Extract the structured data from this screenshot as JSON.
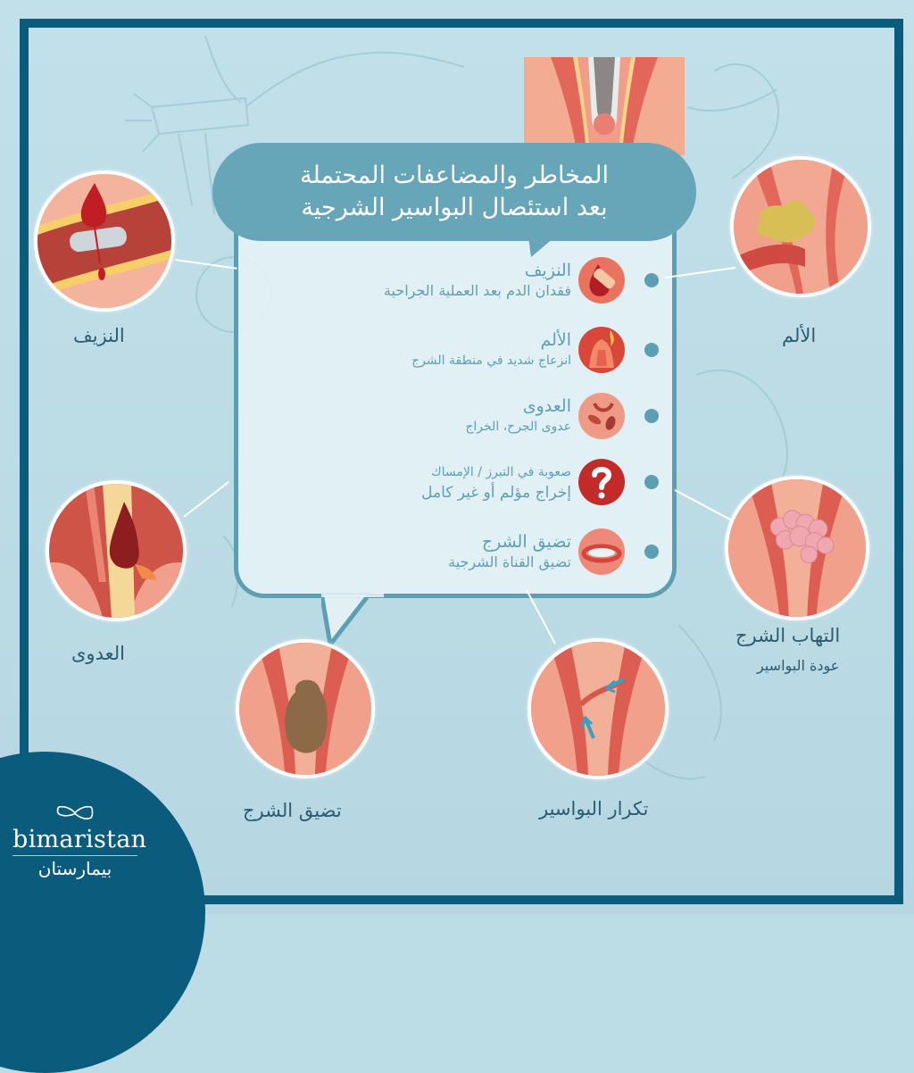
{
  "header": {
    "title_line1": "المخاطر والمضاعفات المحتملة",
    "title_line2": "بعد استئصال البواسير الشرجية"
  },
  "list": [
    {
      "title": "النزيف",
      "desc": "فقدان الدم بعد العملية الجراحية",
      "icon": "blood-drop-bandage-icon"
    },
    {
      "title": "الألم",
      "desc": "انزعاج شديد في منطقة الشرج",
      "icon": "pain-flame-icon"
    },
    {
      "title": "العدوى",
      "desc": "عدوى الجرح، الخراج",
      "icon": "bacteria-icon"
    },
    {
      "title": "صعوبة في التبرز / الإمساك",
      "desc": "إخراج مؤلم أو غير كامل",
      "icon": "question-mark-icon"
    },
    {
      "title": "تضيق الشرج",
      "desc": "تضيق القناة الشرجية",
      "icon": "ring-icon"
    }
  ],
  "illustrations": {
    "bleeding": {
      "label": "النزيف"
    },
    "pain": {
      "label": "الألم"
    },
    "infection": {
      "label": "العدوى"
    },
    "inflammation": {
      "label": "التهاب الشرج",
      "sublabel": "عودة البواسير"
    },
    "stenosis": {
      "label": "تضيق الشرج"
    },
    "recurrence": {
      "label": "تكرار البواسير"
    }
  },
  "brand": {
    "name_en": "bimaristan",
    "name_ar": "بيمارستان"
  },
  "colors": {
    "frame": "#0b5b7c",
    "bubble_head": "#67a5b9",
    "bubble_border": "#5c9fb3",
    "list_text": "#5e9fb2",
    "label_text": "#2d5b70",
    "background": "#bcdce6"
  }
}
